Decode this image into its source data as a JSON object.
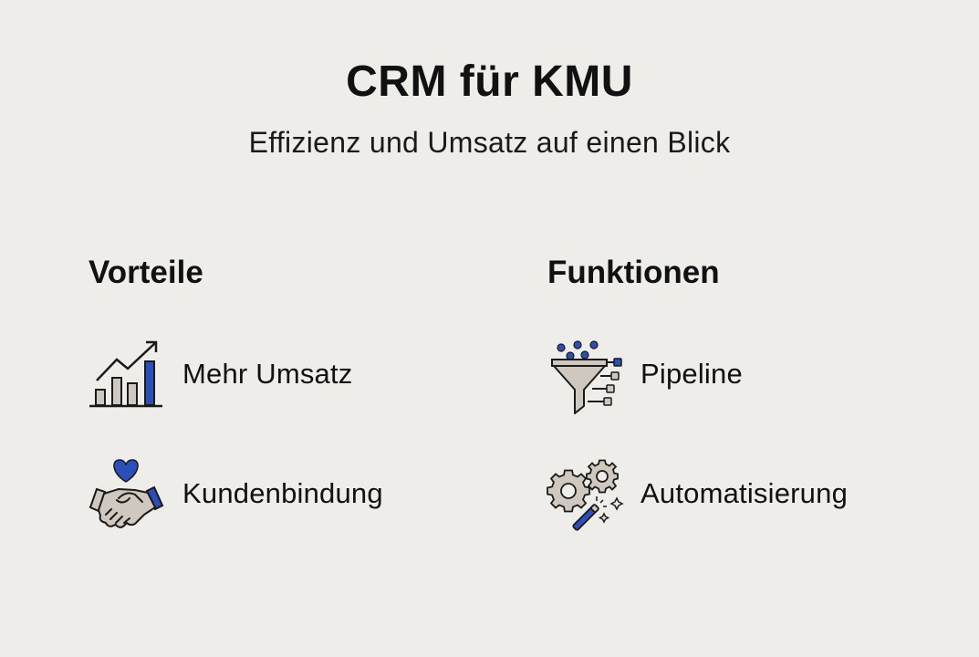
{
  "header": {
    "title": "CRM für KMU",
    "subtitle": "Effizienz und Umsatz auf einen Blick"
  },
  "columns": [
    {
      "heading": "Vorteile",
      "items": [
        {
          "label": "Mehr Umsatz",
          "icon": "bar-chart-growth-icon"
        },
        {
          "label": "Kundenbindung",
          "icon": "handshake-heart-icon"
        }
      ]
    },
    {
      "heading": "Funktionen",
      "items": [
        {
          "label": "Pipeline",
          "icon": "funnel-pipeline-icon"
        },
        {
          "label": "Automatisierung",
          "icon": "gears-magic-wand-icon"
        }
      ]
    }
  ],
  "colors": {
    "background": "#efede9",
    "text": "#111111",
    "accent_blue": "#2b4fb8",
    "icon_beige": "#cfc8bf",
    "icon_outline": "#1a1a1a"
  }
}
